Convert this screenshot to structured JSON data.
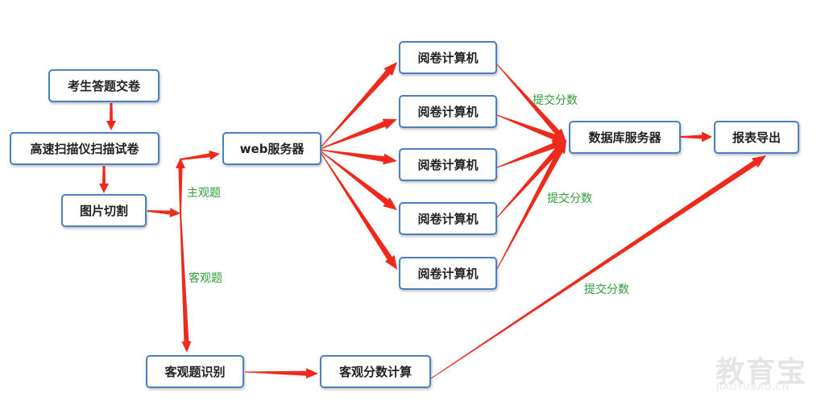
{
  "nodes": {
    "exam_submit": "考生答题交卷",
    "scanner": "高速扫描仪扫描试卷",
    "image_cut": "图片切割",
    "web_server": "web服务器",
    "grader_1": "阅卷计算机",
    "grader_2": "阅卷计算机",
    "grader_3": "阅卷计算机",
    "grader_4": "阅卷计算机",
    "grader_5": "阅卷计算机",
    "db_server": "数据库服务器",
    "report_export": "报表导出",
    "objective_recognition": "客观题识别",
    "objective_score": "客观分数计算"
  },
  "labels": {
    "subjective": "主观题",
    "objective": "客观题",
    "submit_score_1": "提交分数",
    "submit_score_2": "提交分数",
    "submit_score_3": "提交分数"
  },
  "watermark": {
    "main": "教育宝",
    "sub": "JIAOYUBAO.CN"
  },
  "colors": {
    "arrow": "#ee2a1c",
    "node_border": "#4a7fc0",
    "label": "#2e9e3a"
  }
}
